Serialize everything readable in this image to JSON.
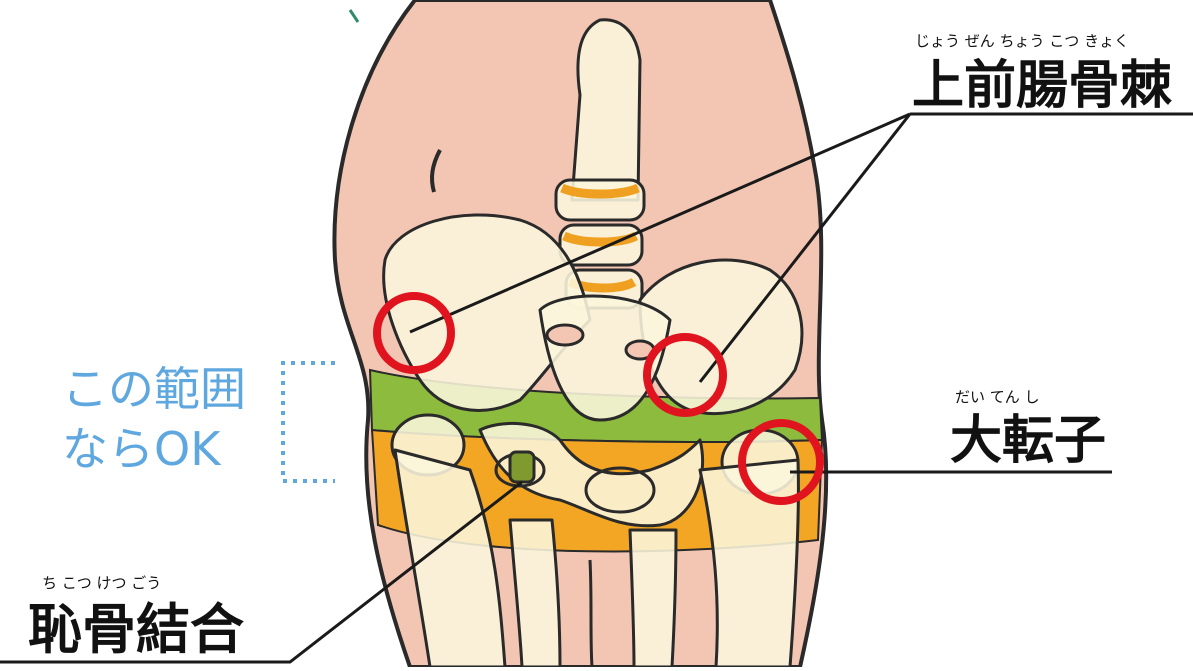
{
  "labels": {
    "asis": {
      "text": "上前腸骨棘",
      "ruby": "じょう ぜん ちょう こつ きょく"
    },
    "trochanter": {
      "text": "大転子",
      "ruby": "だい てん し"
    },
    "symphysis": {
      "text": "恥骨結合",
      "ruby": "ち こつ けつ ごう"
    }
  },
  "range_note": {
    "line1": "この範囲",
    "line2": "ならOK"
  },
  "colors": {
    "skin": "#f3c6b4",
    "skin_outline": "#2a2a2a",
    "bone": "#fbf6dc",
    "band_green": "#8dbb3e",
    "band_orange": "#f2a623",
    "vertebra_ring": "#f0a020",
    "marker_red": "#e0141f",
    "range_blue": "#5fa7df",
    "text_dark": "#111111"
  },
  "icons": {
    "markers": "red-circle-marker-icon",
    "range_bracket": "dotted-bracket-icon"
  }
}
